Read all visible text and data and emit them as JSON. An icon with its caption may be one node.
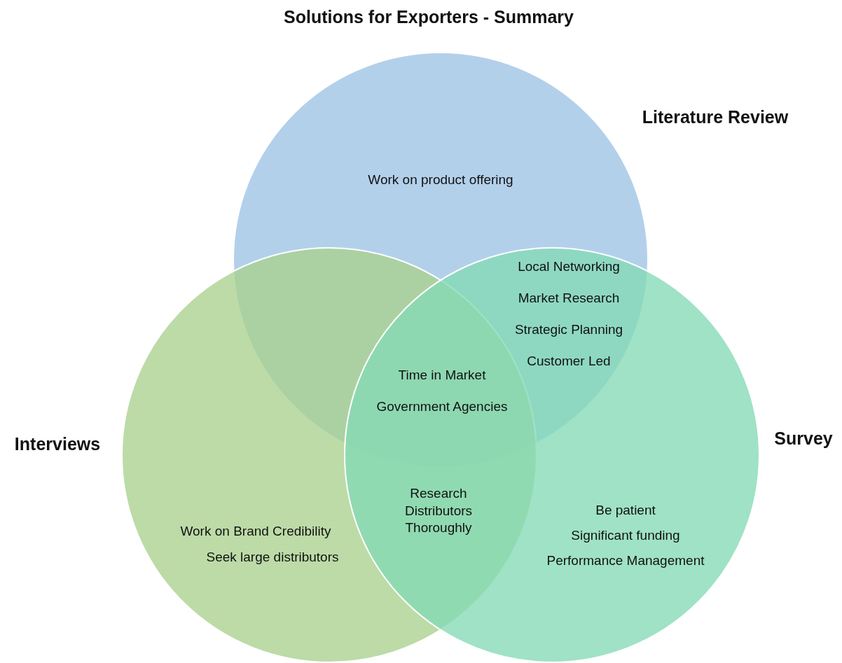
{
  "diagram": {
    "title": "Solutions for Exporters - Summary",
    "nodes": [
      {
        "text": [
          "Literature Review",
          "Work on product offering"
        ]
      },
      {
        "text": [
          "Interviews",
          "Work on Brand Credibility",
          "Seek large distributors"
        ]
      },
      {
        "text": [
          "Survey",
          "Be patient",
          "Significant funding",
          "Performance Management"
        ]
      }
    ],
    "labels": [
      "Local Networking",
      "Market Research",
      "Strategic Planning",
      "Customer Led",
      "Time in Market",
      "Government Agencies",
      "Research Distributors Thoroughly"
    ]
  }
}
